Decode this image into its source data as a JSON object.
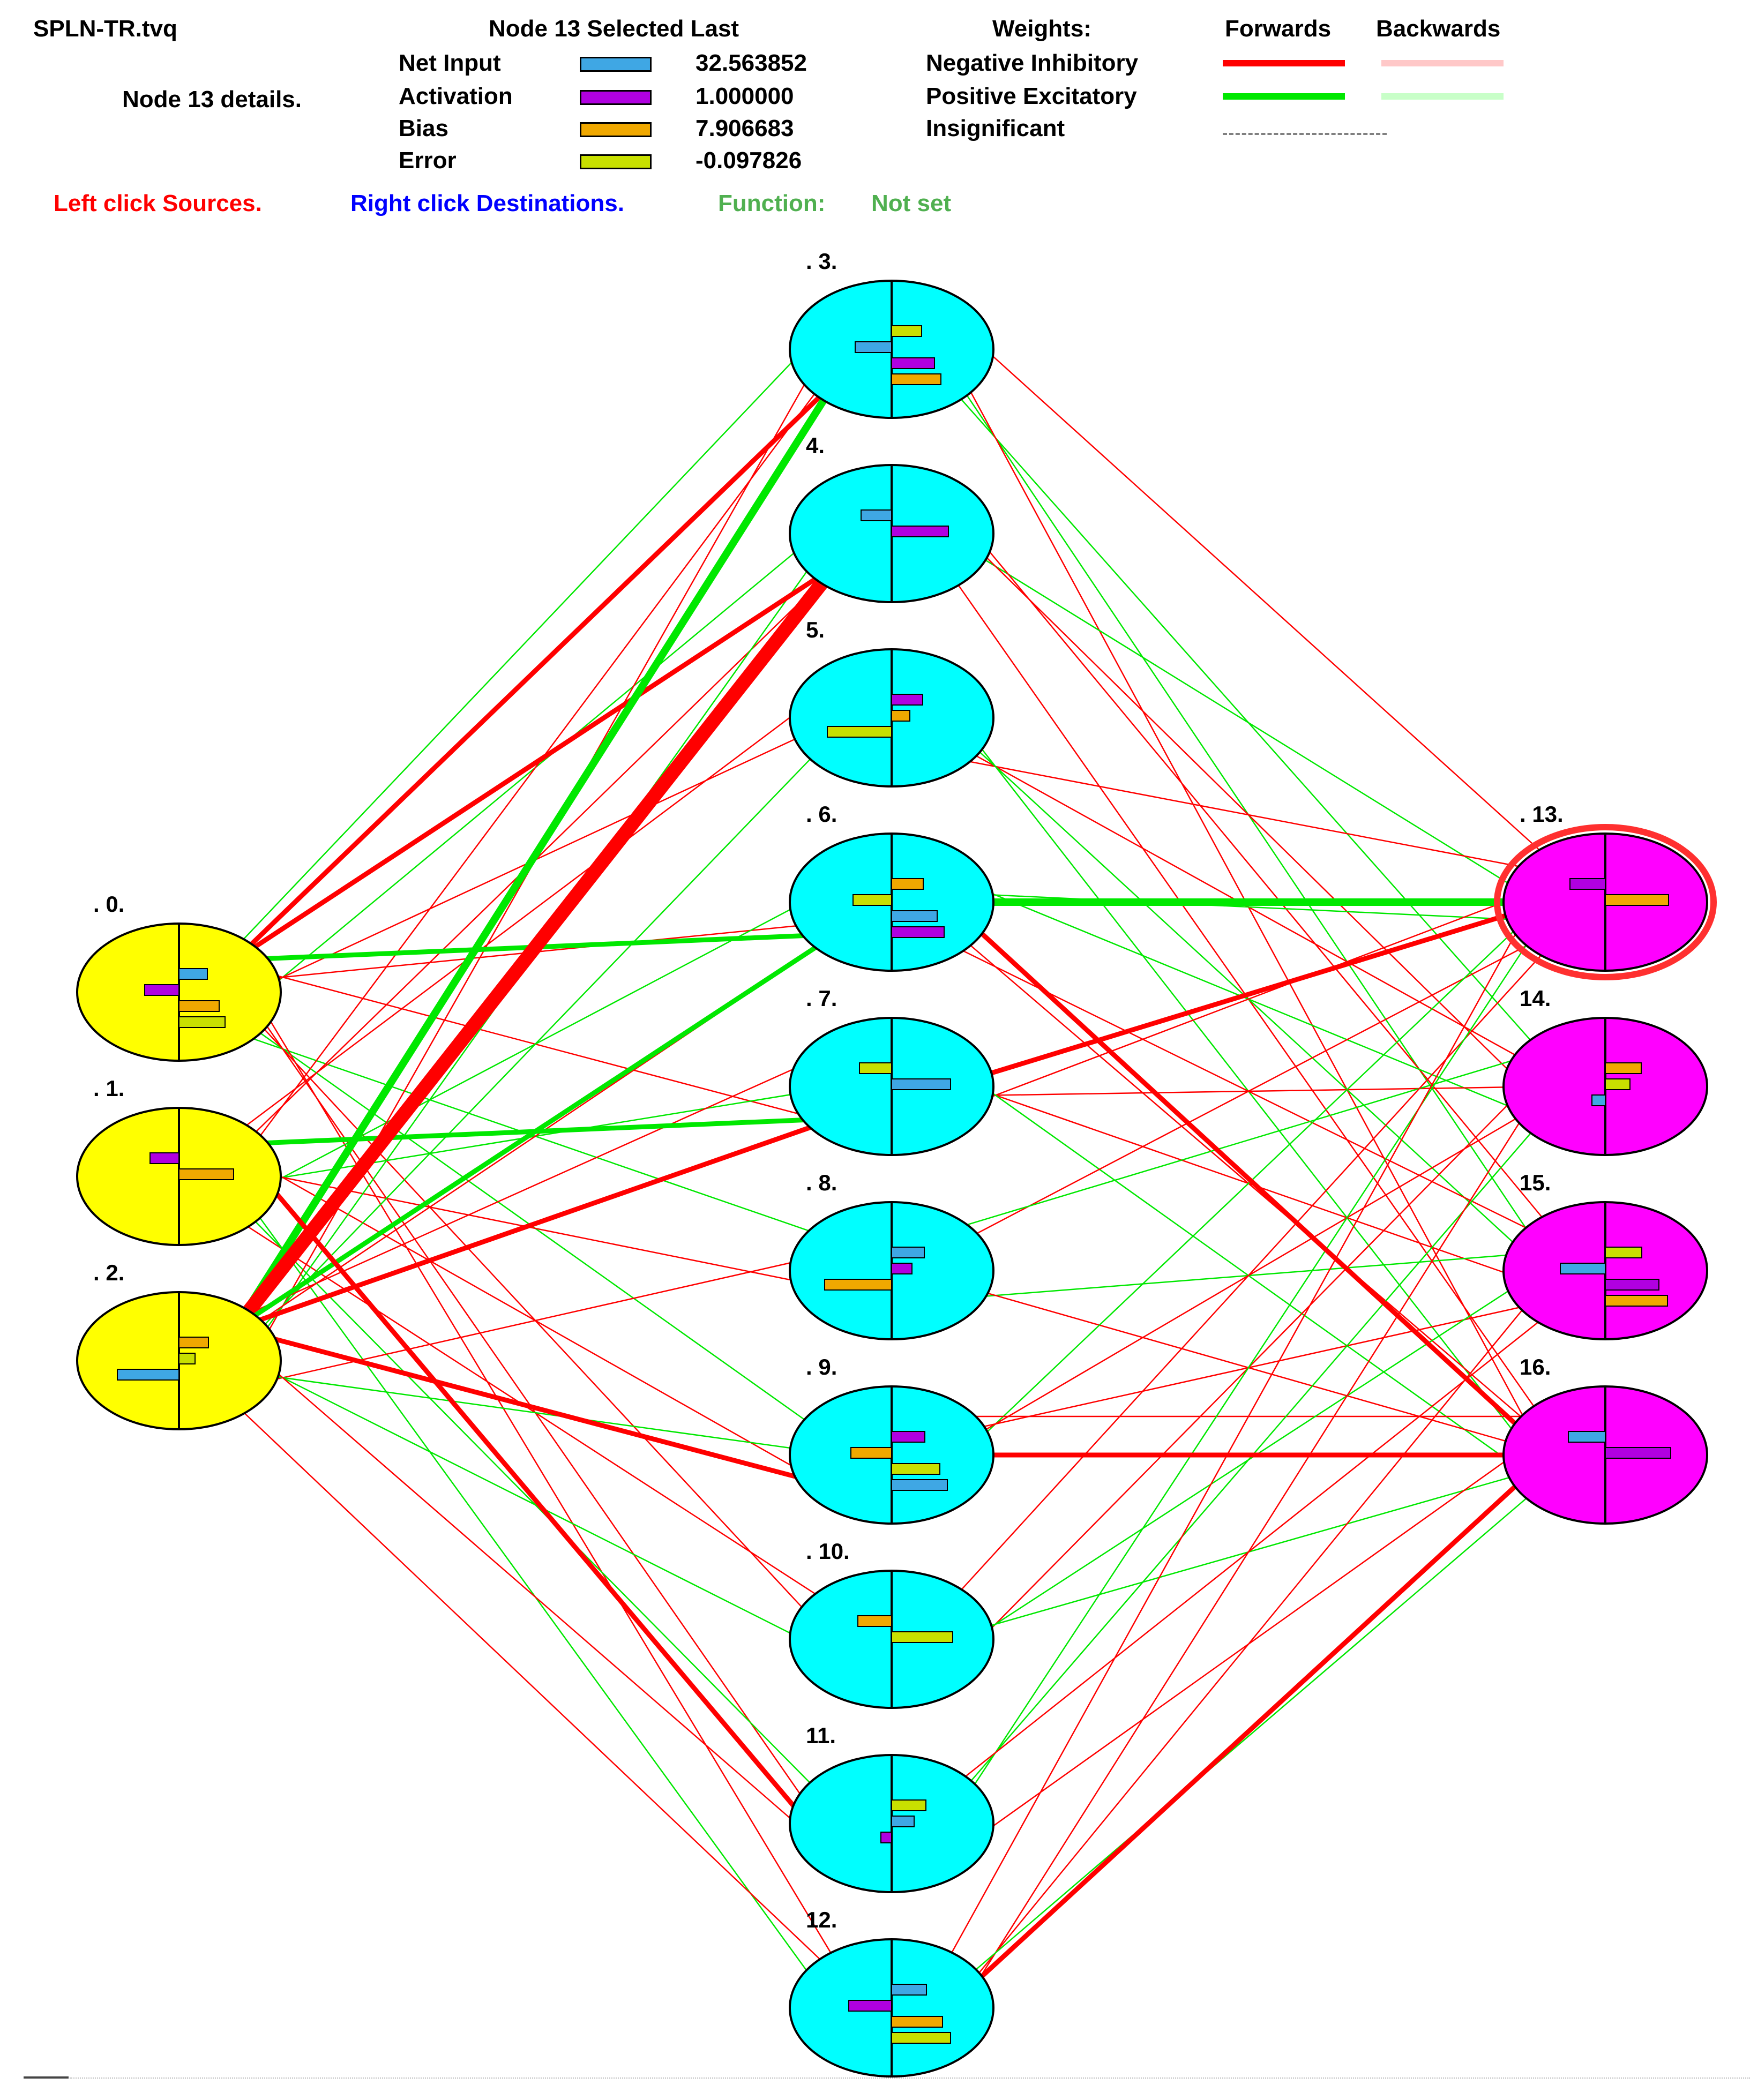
{
  "file_name": "SPLN-TR.tvq",
  "selection_title": "Node 13 Selected Last",
  "details_label": "Node 13 details.",
  "node_details": [
    {
      "label": "Net Input",
      "value": "32.563852",
      "color": "#3fa7e4"
    },
    {
      "label": "Activation",
      "value": "1.000000",
      "color": "#b000e0"
    },
    {
      "label": "Bias",
      "value": "7.906683",
      "color": "#f0a800"
    },
    {
      "label": "Error",
      "value": "-0.097826",
      "color": "#c8e000"
    }
  ],
  "weights_legend": {
    "title": "Weights:",
    "forwards_header": "Forwards",
    "backwards_header": "Backwards",
    "rows": [
      {
        "label": "Negative Inhibitory",
        "forward_color": "#ff0000",
        "backward_color": "#ffc8c8"
      },
      {
        "label": "Positive Excitatory",
        "forward_color": "#00e800",
        "backward_color": "#c8ffc8"
      },
      {
        "label": "Insignificant",
        "style": "dashed",
        "color": "#808080"
      }
    ]
  },
  "instructions": {
    "left_click": "Left click Sources.",
    "right_click": "Right click Destinations.",
    "function_label": "Function:",
    "function_value": "Not set"
  },
  "colors": {
    "input_node": "#ffff00",
    "hidden_node": "#00ffff",
    "output_node": "#ff00ff",
    "selected_ring": "#ff3030",
    "negative": "#ff0000",
    "positive": "#00e800"
  },
  "network": {
    "selected_node": 13,
    "layers": [
      {
        "role": "input",
        "nodes": [
          0,
          1,
          2
        ]
      },
      {
        "role": "hidden",
        "nodes": [
          3,
          4,
          5,
          6,
          7,
          8,
          9,
          10,
          11,
          12
        ]
      },
      {
        "role": "output",
        "nodes": [
          13,
          14,
          15,
          16
        ]
      }
    ],
    "node_labels": [
      ". 0.",
      ". 1.",
      ". 2.",
      ". 3.",
      "4.",
      "5.",
      ". 6.",
      ". 7.",
      ". 8.",
      ". 9.",
      ". 10.",
      "11.",
      "12.",
      ". 13.",
      "14.",
      "15.",
      "16."
    ],
    "strong_connections": [
      {
        "from": 0,
        "to": 3,
        "sign": "negative"
      },
      {
        "from": 0,
        "to": 4,
        "sign": "negative"
      },
      {
        "from": 0,
        "to": 6,
        "sign": "positive"
      },
      {
        "from": 1,
        "to": 7,
        "sign": "positive"
      },
      {
        "from": 2,
        "to": 3,
        "sign": "positive"
      },
      {
        "from": 2,
        "to": 4,
        "sign": "negative"
      },
      {
        "from": 2,
        "to": 6,
        "sign": "positive"
      },
      {
        "from": 2,
        "to": 7,
        "sign": "negative"
      },
      {
        "from": 2,
        "to": 9,
        "sign": "negative"
      },
      {
        "from": 1,
        "to": 11,
        "sign": "negative"
      },
      {
        "from": 6,
        "to": 13,
        "sign": "positive"
      },
      {
        "from": 7,
        "to": 13,
        "sign": "negative"
      },
      {
        "from": 6,
        "to": 16,
        "sign": "negative"
      },
      {
        "from": 9,
        "to": 16,
        "sign": "negative"
      },
      {
        "from": 12,
        "to": 16,
        "sign": "negative"
      }
    ]
  }
}
